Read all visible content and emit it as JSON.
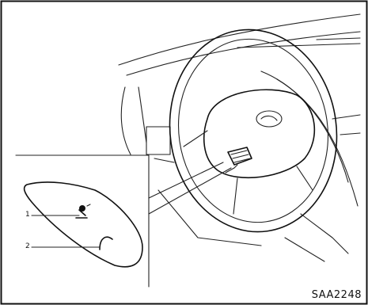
{
  "figure": {
    "code": "SAA2248",
    "callouts": [
      {
        "label": "1",
        "icon": "phone-voice-command-icon"
      },
      {
        "label": "2",
        "icon": "phone-call-icon"
      }
    ]
  }
}
